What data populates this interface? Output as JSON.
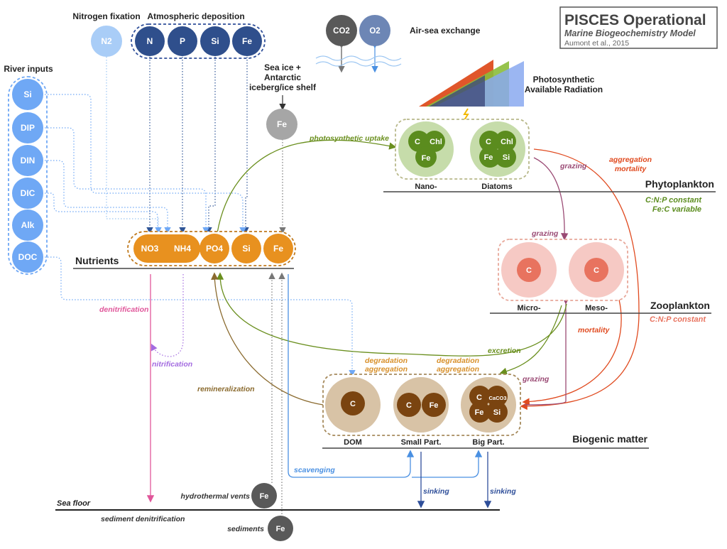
{
  "title": {
    "main": "PISCES Operational",
    "subtitle": "Marine Biogeochemistry Model",
    "credit": "Aumont et al., 2015"
  },
  "sources": {
    "nitrogen_fixation": "Nitrogen fixation",
    "atmospheric_deposition": "Atmospheric deposition",
    "air_sea_exchange": "Air-sea exchange",
    "river_inputs": "River inputs",
    "sea_ice_line1": "Sea ice +",
    "sea_ice_line2": "Antarctic",
    "sea_ice_line3": "iceberg/ice shelf",
    "par_line1": "Photosynthetic",
    "par_line2": "Available Radiation",
    "hydrothermal_vents": "hydrothermal vents",
    "sediments": "sediments"
  },
  "nodes": {
    "n2": "N2",
    "atm_n": "N",
    "atm_p": "P",
    "atm_si": "Si",
    "atm_fe": "Fe",
    "co2": "CO2",
    "o2": "O2",
    "ice_fe": "Fe",
    "river_si": "Si",
    "river_dip": "DIP",
    "river_din": "DIN",
    "river_dic": "DIC",
    "river_alk": "Alk",
    "river_doc": "DOC",
    "no3": "NO3",
    "nh4": "NH4",
    "po4": "PO4",
    "nut_si": "Si",
    "nut_fe": "Fe",
    "nano_c": "C",
    "nano_chl": "Chl",
    "nano_fe": "Fe",
    "dia_c": "C",
    "dia_chl": "Chl",
    "dia_fe": "Fe",
    "dia_si": "Si",
    "micro_c": "C",
    "meso_c": "C",
    "dom_c": "C",
    "small_c": "C",
    "small_fe": "Fe",
    "big_c": "C",
    "big_caco3": "CaCO3",
    "big_fe": "Fe",
    "big_si": "Si",
    "vent_fe": "Fe",
    "sed_fe": "Fe"
  },
  "groups": {
    "nutrients": "Nutrients",
    "phytoplankton": "Phytoplankton",
    "phyto_note1": "C:N:P constant",
    "phyto_note2": "Fe:C variable",
    "nano": "Nano-",
    "diatoms": "Diatoms",
    "zooplankton": "Zooplankton",
    "zoo_note": "C:N:P constant",
    "micro": "Micro-",
    "meso": "Meso-",
    "biogenic": "Biogenic matter",
    "dom": "DOM",
    "small_part": "Small Part.",
    "big_part": "Big Part.",
    "sea_floor": "Sea floor"
  },
  "processes": {
    "photosynthetic_uptake": "photosynthetic uptake",
    "aggregation": "aggregation",
    "mortality": "mortality",
    "grazing": "grazing",
    "grazing_zoo": "grazing",
    "grazing_big": "grazing",
    "zoo_mortality": "mortality",
    "excretion": "excretion",
    "denitrification": "denitrification",
    "nitrification": "nitrification",
    "remineralization": "remineralization",
    "degradation1": "degradation",
    "aggregation1": "aggregation",
    "degradation2": "degradation",
    "aggregation2": "aggregation",
    "scavenging": "scavenging",
    "sinking1": "sinking",
    "sinking2": "sinking",
    "sediment_denitrification": "sediment denitrification"
  },
  "colors": {
    "atm_blue": "#2f5597",
    "river_blue": "#6fa8f5",
    "n2_blue": "#a9cdf7",
    "nutrient_orange": "#e8911f",
    "phyto_green": "#5b8c1e",
    "phyto_light": "#c6dcaa",
    "zoo_red": "#e8735f",
    "zoo_light": "#f6c9c4",
    "biogenic_brown": "#7a4410",
    "biogenic_light": "#d8c3a6",
    "gray": "#8a8a8a",
    "dark_gray": "#555555"
  }
}
